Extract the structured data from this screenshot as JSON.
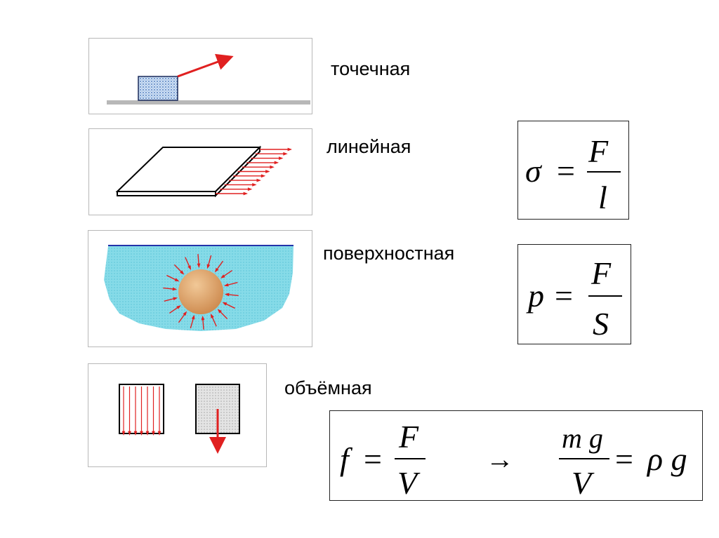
{
  "labels": {
    "point": "точечная",
    "linear": "линейная",
    "surface": "поверхностная",
    "volume": "объёмная"
  },
  "formula_linear": {
    "lhs": "σ",
    "eq": "=",
    "num": "F",
    "den": "l"
  },
  "formula_surface": {
    "lhs": "p",
    "eq": "=",
    "num": "F",
    "den": "S"
  },
  "formula_volume": {
    "lhs": "f",
    "eq": "=",
    "num": "F",
    "den": "V",
    "arrow": "→",
    "num2": "m g",
    "den2": "V",
    "eq2": "=",
    "rhs2": "ρ g"
  },
  "colors": {
    "force_arrow": "#e02020",
    "water": "#7fd8e6",
    "block": "#b9cfe8",
    "sphere": "#e0a56a",
    "panel_border": "#b8b8b8"
  }
}
